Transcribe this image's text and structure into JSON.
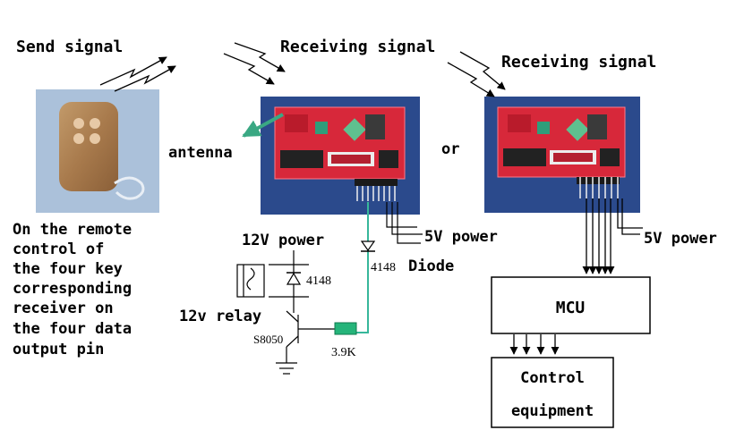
{
  "labels": {
    "send_signal": "Send signal",
    "receiving_signal_1": "Receiving signal",
    "receiving_signal_2": "Receiving signal",
    "antenna": "antenna",
    "or": "or",
    "power_12v": "12V power",
    "power_5v_1": "5V power",
    "power_5v_2": "5V power",
    "diode_part": "4148",
    "diode_word": "Diode",
    "relay_diode": "4148",
    "relay": "12v relay",
    "transistor": "S8050",
    "resistor": "3.9K",
    "mcu": "MCU",
    "control_1": "Control",
    "control_2": "equipment"
  },
  "description_lines": [
    "On the remote",
    "control of",
    "the four key",
    "corresponding",
    "receiver on",
    "the four data",
    "output pin"
  ],
  "colors": {
    "board_bg": "#2b4a8c",
    "pcb": "#d7283a",
    "antenna_arrow": "#3aa883",
    "signal_wire": "#37b79b",
    "resistor": "#25b47a"
  }
}
